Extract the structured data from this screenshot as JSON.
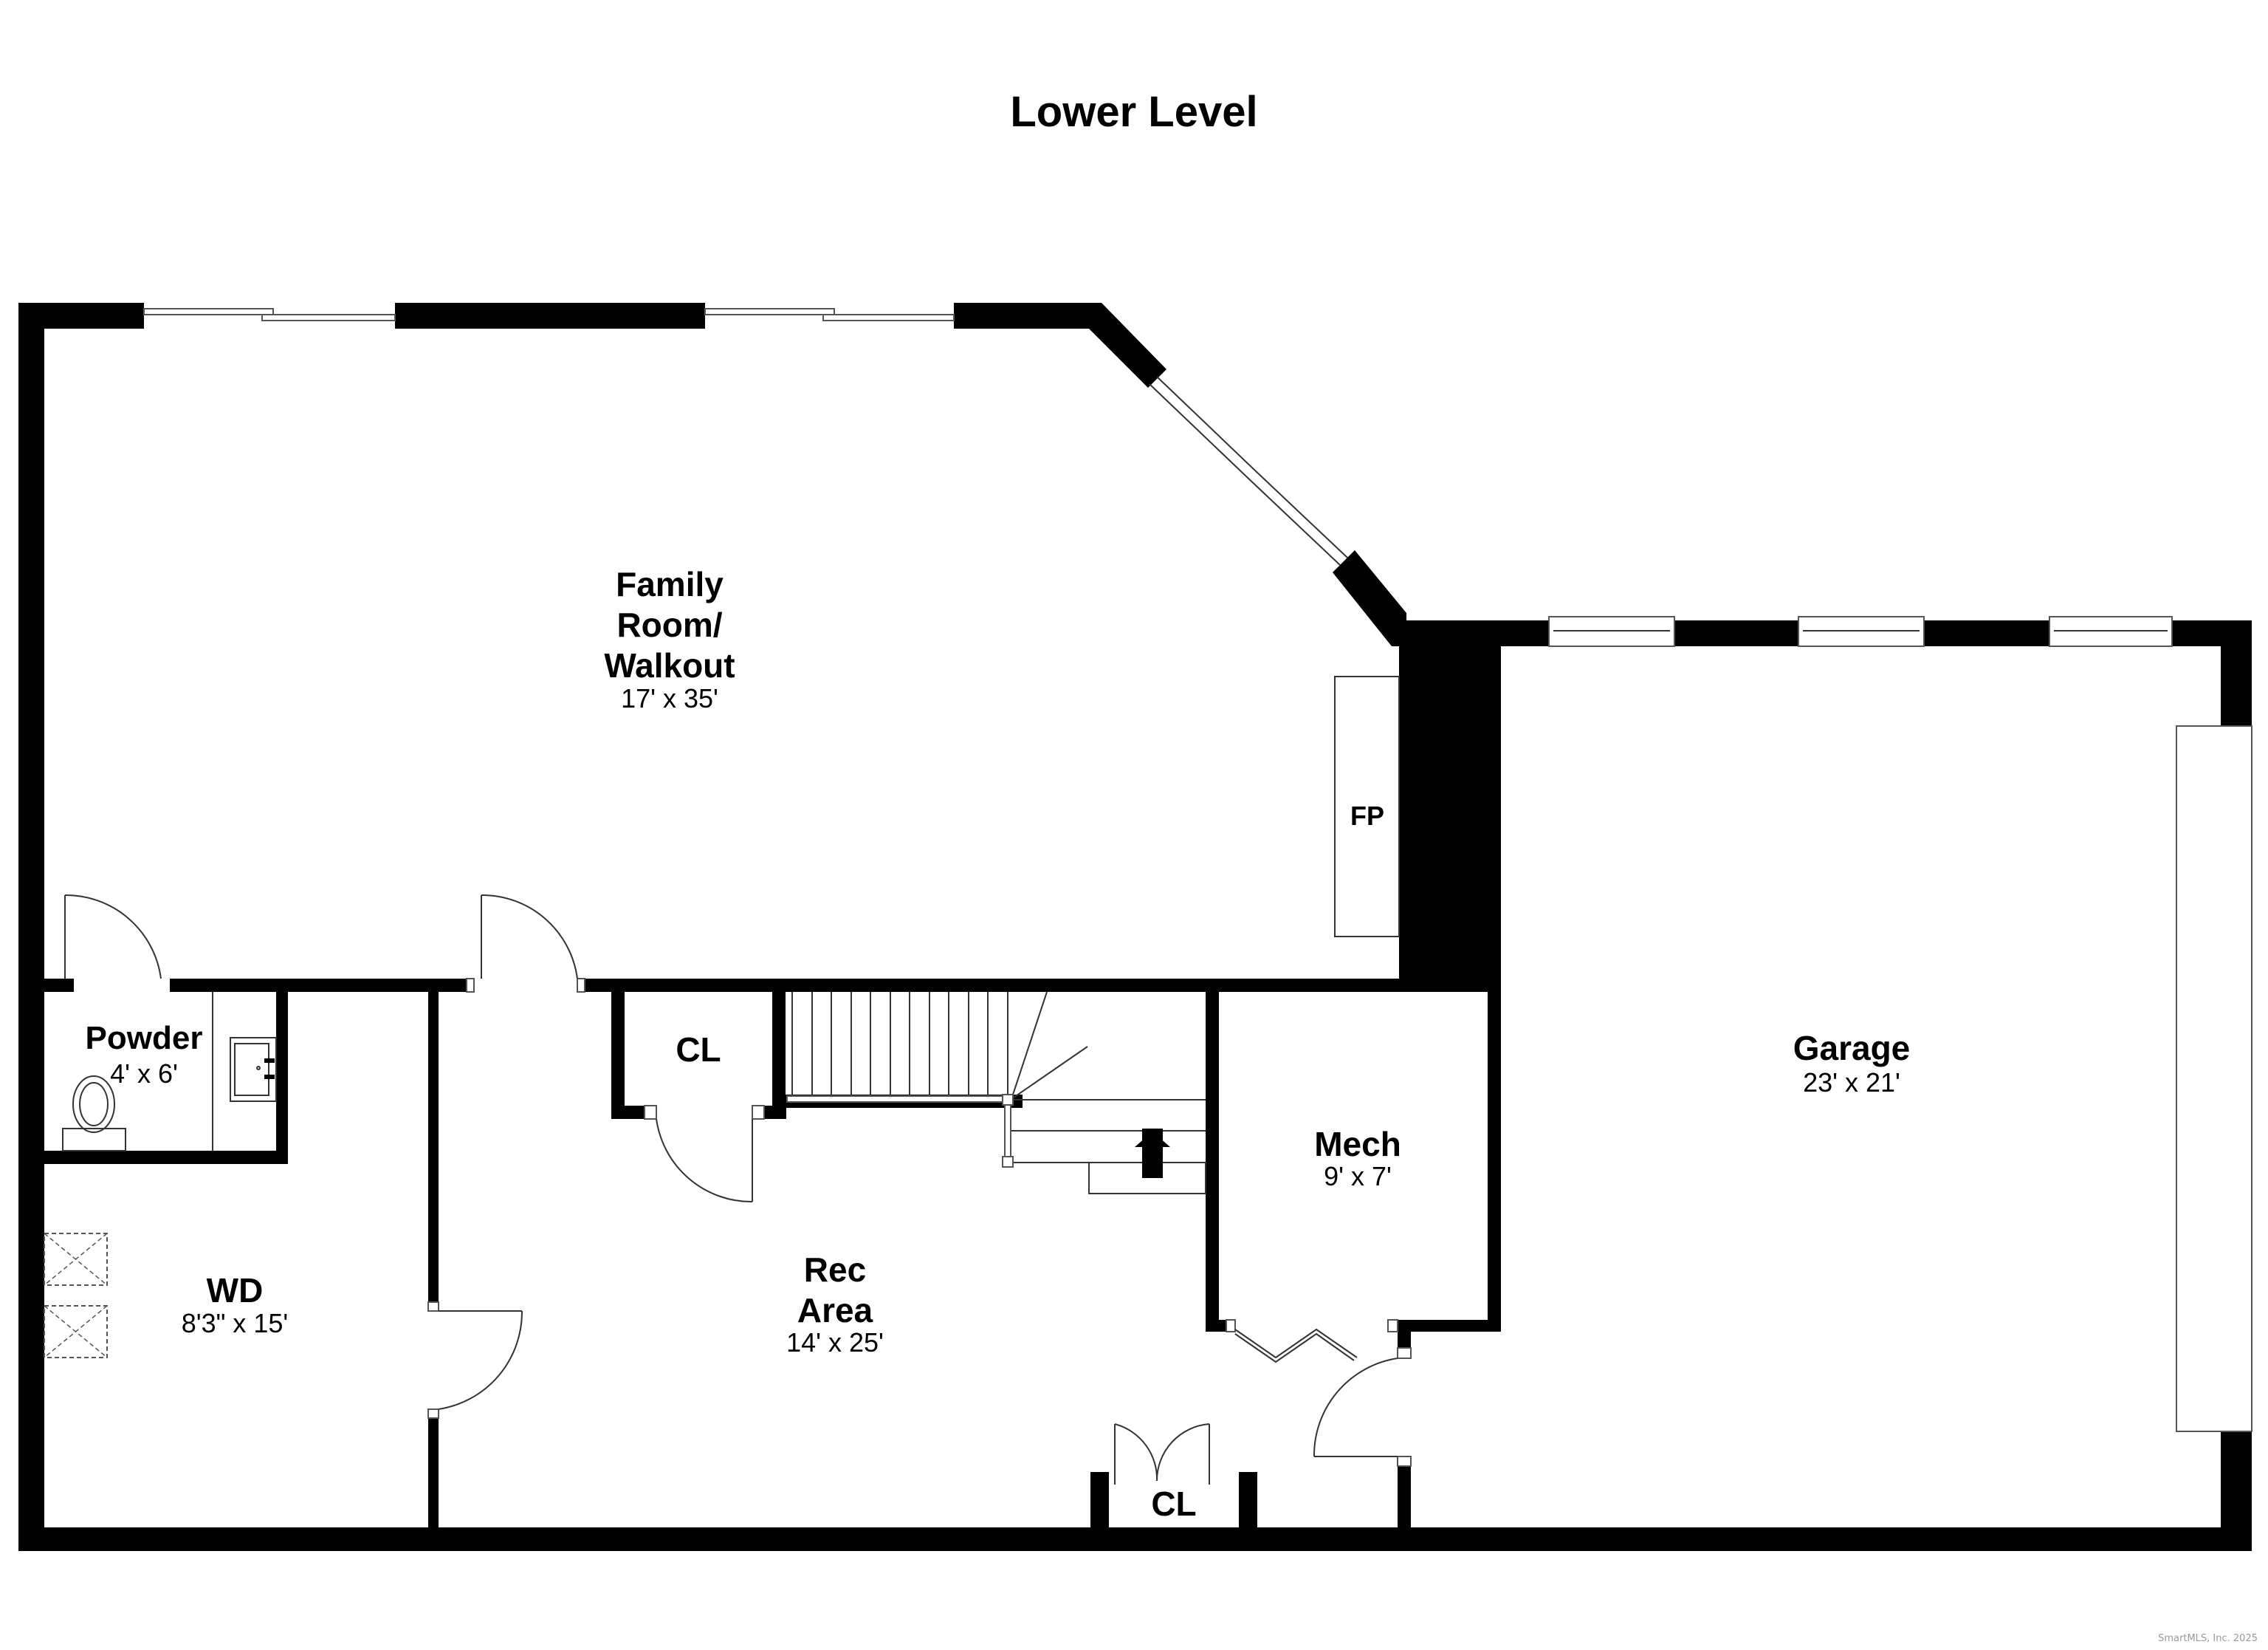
{
  "title": "Lower Level",
  "footer": "SmartMLS, Inc.  2025",
  "colors": {
    "wall": "#000000",
    "background": "#ffffff",
    "footer_text": "#9a9a9a"
  },
  "rooms": {
    "family": {
      "name_line1": "Family",
      "name_line2": "Room/",
      "name_line3": "Walkout",
      "dims": "17' x 35'"
    },
    "powder": {
      "name": "Powder",
      "dims": "4' x 6'"
    },
    "wd": {
      "name": "WD",
      "dims": "8'3\" x 15'"
    },
    "closet_upper": {
      "name": "CL"
    },
    "rec": {
      "name_line1": "Rec",
      "name_line2": "Area",
      "dims": "14' x 25'"
    },
    "mech": {
      "name": "Mech",
      "dims": "9' x 7'"
    },
    "garage": {
      "name": "Garage",
      "dims": "23' x 21'"
    },
    "closet_lower": {
      "name": "CL"
    },
    "fireplace": {
      "label": "FP"
    }
  },
  "symbols": {
    "stairs_direction": "up-arrow-icon",
    "washer_dryer": "appliance-x-box",
    "toilet": "toilet-icon",
    "sink": "sink-icon"
  }
}
